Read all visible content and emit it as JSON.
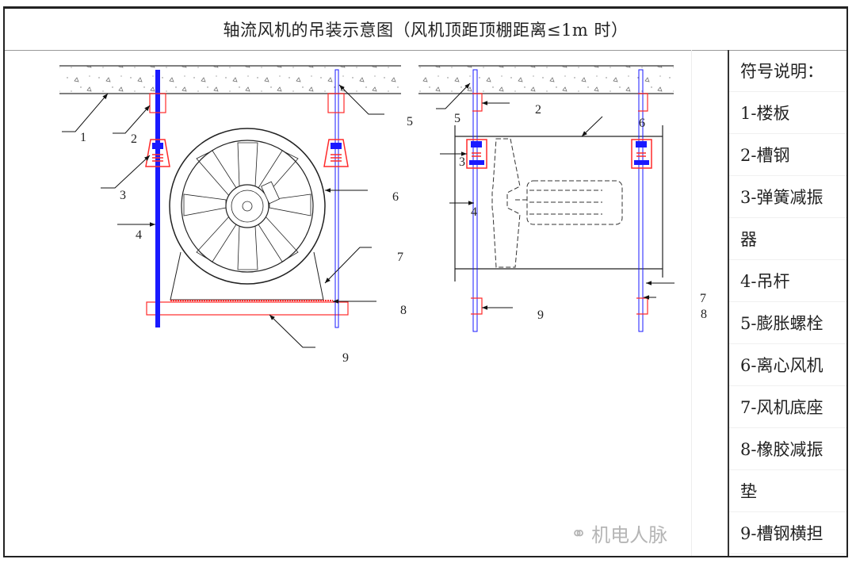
{
  "title": "轴流风机的吊装示意图（风机顶距顶棚距离≤1m 时）",
  "legend": {
    "heading": "符号说明：",
    "items": [
      "1-楼板",
      "2-槽钢",
      "3-弹簧减振",
      "器",
      "4-吊杆",
      "5-膨胀螺栓",
      "6-离心风机",
      "7-风机底座",
      "8-橡胶减振",
      "垫",
      "9-槽钢横担"
    ]
  },
  "front_view": {
    "labels": [
      "1",
      "2",
      "3",
      "4",
      "5",
      "6",
      "7",
      "8",
      "9"
    ]
  },
  "side_view": {
    "labels": [
      "5",
      "2",
      "6",
      "3",
      "4",
      "9",
      "7",
      "8"
    ]
  },
  "watermark": "机电人脉",
  "colors": {
    "rod": "#1a1aff",
    "hanger": "#ff2a2a",
    "line": "#222222"
  }
}
